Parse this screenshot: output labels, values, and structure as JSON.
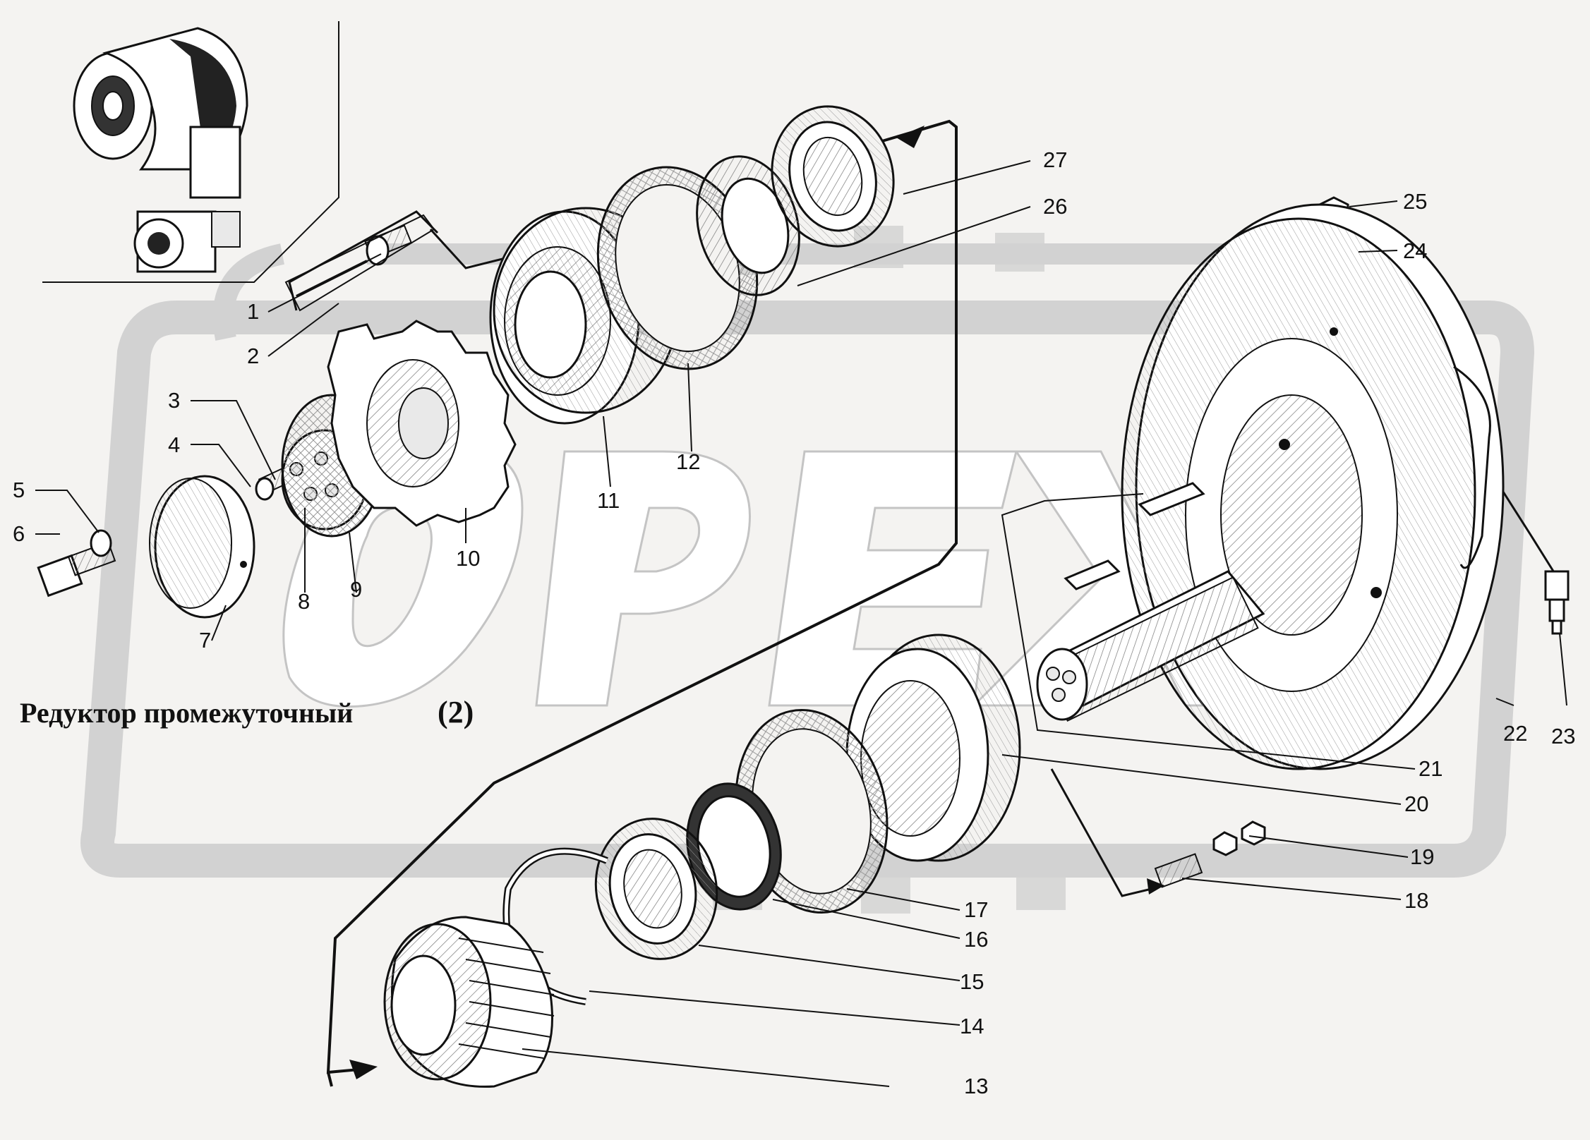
{
  "diagram": {
    "title": "Редуктор промежуточный",
    "title_number": "(2)",
    "watermark_text": "ОРЕХ",
    "part_labels": [
      "1",
      "2",
      "3",
      "4",
      "5",
      "6",
      "7",
      "8",
      "9",
      "10",
      "11",
      "12",
      "13",
      "14",
      "15",
      "16",
      "17",
      "18",
      "19",
      "20",
      "21",
      "22",
      "23",
      "24",
      "25",
      "26",
      "27"
    ],
    "colors": {
      "background": "#f4f3f1",
      "watermark": "#d2d2d2",
      "line": "#111111"
    }
  }
}
